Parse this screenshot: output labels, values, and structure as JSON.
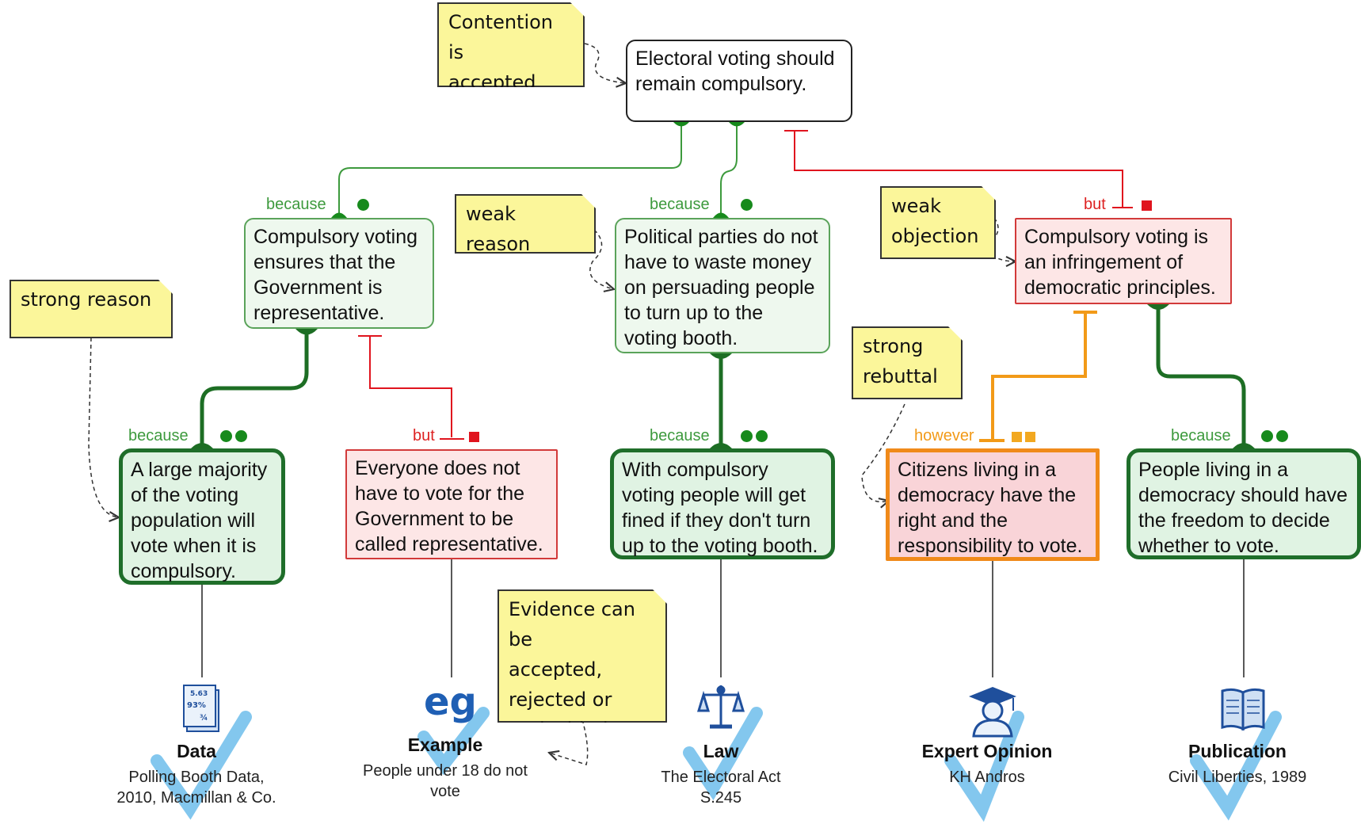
{
  "colors": {
    "support": "#178a1c",
    "objection": "#e0141e",
    "rebuttal": "#f2a820",
    "note_bg": "#fbf69a",
    "check": "#5ab4e8"
  },
  "nodes": {
    "main": "Electoral voting should remain compulsory.",
    "reason_representative": "Compulsory voting ensures that the Government is representative.",
    "reason_money": "Political parties do not have to waste money on persuading people to turn up to the voting booth.",
    "objection_democratic": "Compulsory voting is an infringement of democratic principles.",
    "evidence_majority": "A large majority of the voting population will vote when it is compulsory.",
    "objection_everyone": "Everyone does not have to vote for the Government to be called representative.",
    "evidence_fined": "With compulsory voting people will get fined if they don't turn up to the voting booth.",
    "rebuttal_citizens": "Citizens living in a democracy have the right and the responsibility to vote.",
    "reason_freedom": "People living in a democracy should have the freedom to decide whether to vote."
  },
  "links": {
    "because": "because",
    "but": "but",
    "however": "however"
  },
  "notes": {
    "contention": "Contention is\naccepted",
    "strong_reason": "strong reason",
    "weak_reason": "weak reason",
    "weak_objection": "weak\nobjection",
    "strong_rebuttal": "strong\nrebuttal",
    "evidence": "Evidence can be\naccepted,\nrejected or\nundecided."
  },
  "evidence": [
    {
      "icon": "data-icon",
      "title": "Data",
      "detail": "Polling Booth Data,\n2010, Macmillan & Co.",
      "data_icon_text": [
        "5.63",
        "93%",
        "¾"
      ]
    },
    {
      "icon": "example-icon",
      "title": "Example",
      "detail": "People under 18 do not\nvote",
      "icon_text": "eg"
    },
    {
      "icon": "law-scales-icon",
      "title": "Law",
      "detail": "The Electoral Act\nS.245"
    },
    {
      "icon": "expert-graduate-icon",
      "title": "Expert Opinion",
      "detail": "KH Andros"
    },
    {
      "icon": "publication-book-icon",
      "title": "Publication",
      "detail": "Civil Liberties, 1989"
    }
  ]
}
